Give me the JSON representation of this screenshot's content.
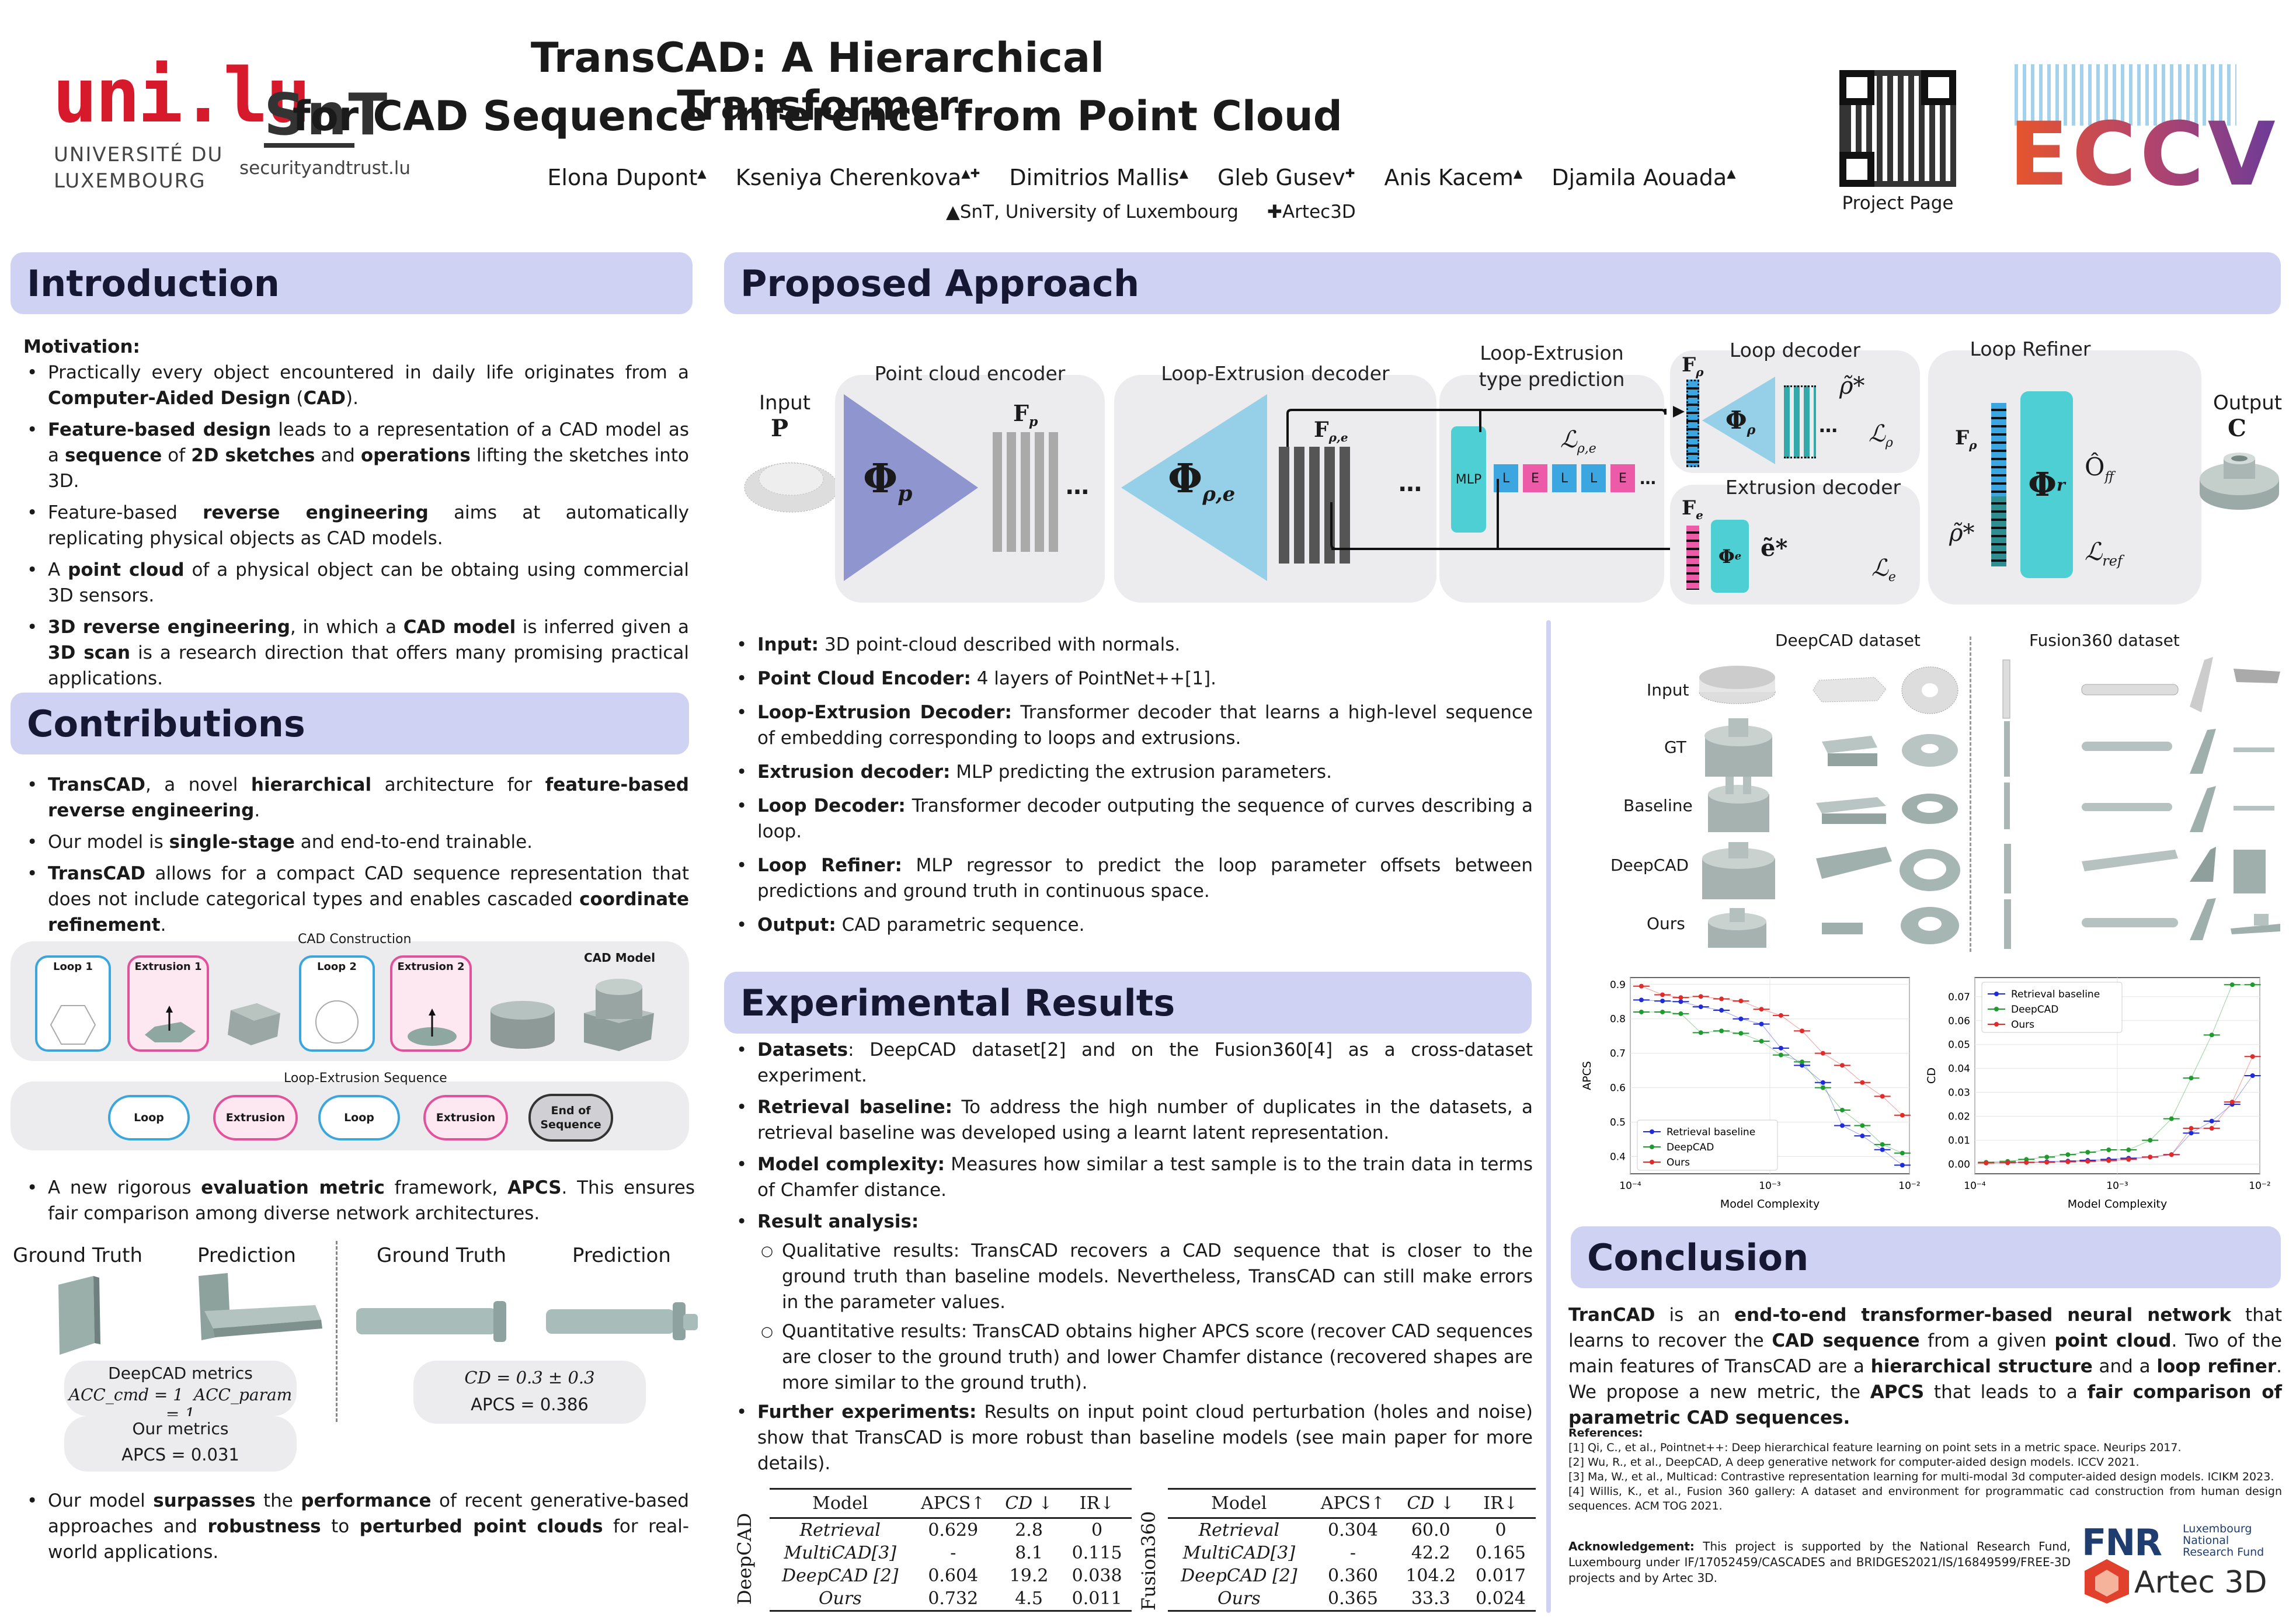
{
  "header": {
    "uni_logo": "uni.lu",
    "uni_text_line1": "UNIVERSITÉ DU",
    "uni_text_line2": "LUXEMBOURG",
    "snt_logo": "SnT",
    "snt_url": "securityandtrust.lu",
    "title_line1": "TransCAD: A Hierarchical Transformer",
    "title_line2": "for CAD Sequence Inference from Point Cloud",
    "authors": [
      "Elona Dupont",
      "Kseniya Cherenkova",
      "Dimitrios Mallis",
      "Gleb Gusev",
      "Anis Kacem",
      "Djamila Aouada"
    ],
    "author_marks": [
      "▲",
      "▲✚",
      "▲",
      "✚",
      "▲",
      "▲"
    ],
    "aff1": "▲SnT, University of Luxembourg",
    "aff2": "✚Artec3D",
    "qr_label": "Project Page",
    "eccv": "ECCV",
    "colors": {
      "accent": "#cfd2f2",
      "uni_red": "#d7192c",
      "eccv_grad_start": "#e8552a",
      "eccv_grad_end": "#6b3b9a"
    }
  },
  "intro": {
    "title": "Introduction",
    "motivation": "Motivation:",
    "items": [
      [
        "Practically every object encountered in daily life originates from a ",
        {
          "b": "Computer-Aided Design"
        },
        " (",
        {
          "b": "CAD"
        },
        ")."
      ],
      [
        {
          "b": "Feature-based design"
        },
        " leads to a representation of a CAD model as a ",
        {
          "b": "sequence"
        },
        " of ",
        {
          "b": "2D sketches"
        },
        " and ",
        {
          "b": "operations"
        },
        " lifting the sketches into 3D."
      ],
      [
        "Feature-based ",
        {
          "b": "reverse engineering"
        },
        " aims at automatically replicating physical objects as CAD models."
      ],
      [
        "A ",
        {
          "b": "point cloud"
        },
        " of a physical object can be obtaing using commercial 3D sensors."
      ],
      [
        {
          "b": "3D reverse engineering"
        },
        ", in which a ",
        {
          "b": "CAD model"
        },
        " is inferred given a ",
        {
          "b": "3D scan"
        },
        " is a research direction that offers many promising practical applications."
      ]
    ]
  },
  "contrib": {
    "title": "Contributions",
    "items": [
      [
        {
          "b": "TransCAD"
        },
        ", a novel ",
        {
          "b": "hierarchical"
        },
        " architecture for ",
        {
          "b": "feature-based reverse engineering"
        },
        "."
      ],
      [
        "Our model is ",
        {
          "b": "single-stage"
        },
        " and end-to-end trainable."
      ],
      [
        {
          "b": "TransCAD"
        },
        " allows for a compact CAD sequence representation that does not include categorical types and enables cascaded ",
        {
          "b": "coordinate refinement"
        },
        "."
      ]
    ],
    "cad_construction": "CAD Construction",
    "loop1": "Loop 1",
    "extrusion1": "Extrusion 1",
    "loop2": "Loop 2",
    "extrusion2": "Extrusion 2",
    "cad_model": "CAD Model",
    "les_title": "Loop-Extrusion Sequence",
    "les": [
      "Loop",
      "Extrusion",
      "Loop",
      "Extrusion",
      "End of Sequence"
    ],
    "metric_item": [
      " A new rigorous ",
      {
        "b": "evaluation metric"
      },
      " framework, ",
      {
        "b": "APCS"
      },
      ". This ensures fair comparison among diverse network architectures."
    ],
    "gt": "Ground Truth",
    "pred": "Prediction",
    "deepcad_metrics": "DeepCAD metrics",
    "acc_cmd": "ACC_cmd = 1",
    "acc_param": "ACC_param = 1",
    "our_metrics": "Our metrics",
    "apcs_left": "APCS = 0.031",
    "cd_right": "CD = 0.3 ± 0.3",
    "apcs_right": "APCS = 0.386",
    "final_item": [
      "Our model ",
      {
        "b": "surpasses"
      },
      " the ",
      {
        "b": "performance"
      },
      " of recent generative-based approaches and ",
      {
        "b": "robustness"
      },
      " to ",
      {
        "b": "perturbed point clouds"
      },
      " for real-world applications."
    ]
  },
  "approach": {
    "title": "Proposed Approach",
    "input": "Input",
    "P": "P",
    "pce": "Point cloud encoder",
    "phi_p": "Φ_p",
    "Fp": "F_p",
    "led": "Loop-Extrusion decoder",
    "phi_pe": "Φ_ρ,e",
    "Fpe": "F_ρ,e",
    "letp_line1": "Loop-Extrusion",
    "letp_line2": "type prediction",
    "mlp": "MLP",
    "tokens": [
      "L",
      "E",
      "L",
      "L",
      "E"
    ],
    "Lpe": "ℒ_ρ,e",
    "loopdec": "Loop decoder",
    "Frho": "F_ρ",
    "phi_rho": "Φ_ρ",
    "rho_star": "ρ̃*",
    "Lrho": "ℒ_ρ",
    "extdec": "Extrusion decoder",
    "Fe": "F_e",
    "phi_e": "Φ_e",
    "e_star": "ẽ*",
    "Le": "ℒ_e",
    "refiner": "Loop Refiner",
    "Frho2": "F_ρ",
    "phi_r": "Φ_r",
    "Off": "Ô_ff",
    "Lref": "ℒ_ref",
    "rho_star2": "ρ̃*",
    "output": "Output",
    "C": "C",
    "items": [
      [
        {
          "b": "Input:"
        },
        " 3D point-cloud described with normals."
      ],
      [
        {
          "b": "Point Cloud Encoder:"
        },
        " 4 layers of PointNet++[1]."
      ],
      [
        {
          "b": "Loop-Extrusion Decoder:"
        },
        " Transformer decoder that learns a high-level sequence of embedding corresponding to loops and extrusions."
      ],
      [
        {
          "b": "Extrusion decoder:"
        },
        " MLP predicting the extrusion parameters."
      ],
      [
        {
          "b": "Loop Decoder:"
        },
        " Transformer decoder outputing the sequence of curves describing a loop."
      ],
      [
        {
          "b": "Loop Refiner:"
        },
        " MLP regressor to predict the loop parameter offsets between predictions and ground truth in continuous space."
      ],
      [
        {
          "b": "Output:"
        },
        " CAD parametric sequence."
      ]
    ]
  },
  "qual": {
    "deepcad": "DeepCAD dataset",
    "fusion": "Fusion360 dataset",
    "rows": [
      "Input",
      "GT",
      "Baseline",
      "DeepCAD",
      "Ours"
    ]
  },
  "results": {
    "title": "Experimental Results",
    "items": [
      [
        {
          "b": "Datasets"
        },
        ": DeepCAD dataset[2] and on the Fusion360[4] as a cross-dataset experiment."
      ],
      [
        {
          "b": "Retrieval baseline:"
        },
        " To address the high number of duplicates in the datasets, a retrieval baseline was developed using a learnt latent representation."
      ],
      [
        {
          "b": "Model complexity:"
        },
        " Measures how similar a test sample is to the train data in terms of Chamfer distance."
      ]
    ],
    "analysis": "Result analysis:",
    "sub": [
      "Qualitative results: TransCAD recovers a CAD sequence that is closer to the ground truth than baseline models. Nevertheless, TransCAD can still make errors in the parameter values.",
      "Quantitative results: TransCAD obtains higher APCS score (recover CAD sequences are closer to the ground truth) and lower Chamfer distance (recovered shapes are more similar to the ground truth)."
    ],
    "further": [
      {
        "b": "Further experiments:"
      },
      " Results on input point cloud perturbation (holes and noise) show that TransCAD is more robust than baseline models (see main paper for more details)."
    ],
    "table_headers": [
      "Model",
      "APCS↑",
      "CD ↓",
      "IR↓"
    ],
    "table_deepcad": {
      "side": "DeepCAD",
      "rows": [
        [
          "Retrieval",
          "0.629",
          "2.8",
          "0"
        ],
        [
          "MultiCAD[3]",
          "-",
          "8.1",
          "0.115"
        ],
        [
          "DeepCAD [2]",
          "0.604",
          "19.2",
          "0.038"
        ],
        [
          "Ours",
          "0.732",
          "4.5",
          "0.011"
        ]
      ]
    },
    "table_fusion": {
      "side": "Fusion360",
      "rows": [
        [
          "Retrieval",
          "0.304",
          "60.0",
          "0"
        ],
        [
          "MultiCAD[3]",
          "-",
          "42.2",
          "0.165"
        ],
        [
          "DeepCAD [2]",
          "0.360",
          "104.2",
          "0.017"
        ],
        [
          "Ours",
          "0.365",
          "33.3",
          "0.024"
        ]
      ]
    }
  },
  "chart_data": [
    {
      "type": "line",
      "xlabel": "Model Complexity",
      "ylabel": "APCS",
      "xscale": "log",
      "xlim": [
        0.0001,
        0.01
      ],
      "ylim": [
        0.35,
        0.92
      ],
      "xticks": [
        "10⁻⁴",
        "10⁻³",
        "10⁻²"
      ],
      "yticks": [
        "0.4",
        "0.5",
        "0.6",
        "0.7",
        "0.8",
        "0.9"
      ],
      "legend": "bottom-left",
      "grid": true,
      "x": [
        0.00012,
        0.00017,
        0.00023,
        0.00032,
        0.00045,
        0.00062,
        0.00087,
        0.0012,
        0.0017,
        0.0024,
        0.0033,
        0.0046,
        0.0064,
        0.0089
      ],
      "series": [
        {
          "name": "Retrieval baseline",
          "color": "#1f2bd9",
          "values": [
            0.855,
            0.852,
            0.85,
            0.835,
            0.825,
            0.8,
            0.785,
            0.715,
            0.665,
            0.615,
            0.49,
            0.46,
            0.42,
            0.375
          ]
        },
        {
          "name": "DeepCAD",
          "color": "#1e9a2e",
          "values": [
            0.82,
            0.82,
            0.815,
            0.76,
            0.765,
            0.758,
            0.735,
            0.695,
            0.675,
            0.6,
            0.535,
            0.49,
            0.435,
            0.41
          ]
        },
        {
          "name": "Ours",
          "color": "#e02b2b",
          "values": [
            0.895,
            0.87,
            0.862,
            0.865,
            0.858,
            0.852,
            0.828,
            0.81,
            0.765,
            0.7,
            0.665,
            0.615,
            0.575,
            0.52
          ]
        }
      ]
    },
    {
      "type": "line",
      "xlabel": "Model Complexity",
      "ylabel": "CD",
      "xscale": "log",
      "xlim": [
        0.0001,
        0.01
      ],
      "ylim": [
        -0.004,
        0.078
      ],
      "xticks": [
        "10⁻⁴",
        "10⁻³",
        "10⁻²"
      ],
      "yticks": [
        "0.00",
        "0.01",
        "0.02",
        "0.03",
        "0.04",
        "0.05",
        "0.06",
        "0.07"
      ],
      "legend": "top-left",
      "grid": true,
      "x": [
        0.00012,
        0.00017,
        0.00023,
        0.00032,
        0.00045,
        0.00062,
        0.00087,
        0.0012,
        0.0017,
        0.0024,
        0.0033,
        0.0046,
        0.0064,
        0.0089
      ],
      "series": [
        {
          "name": "Retrieval baseline",
          "color": "#1f2bd9",
          "values": [
            0.0005,
            0.0006,
            0.0008,
            0.001,
            0.0013,
            0.0016,
            0.002,
            0.0025,
            0.003,
            0.004,
            0.013,
            0.018,
            0.025,
            0.037
          ]
        },
        {
          "name": "DeepCAD",
          "color": "#1e9a2e",
          "values": [
            0.0008,
            0.0012,
            0.002,
            0.003,
            0.004,
            0.005,
            0.006,
            0.006,
            0.01,
            0.019,
            0.036,
            0.054,
            0.075,
            0.075
          ]
        },
        {
          "name": "Ours",
          "color": "#e02b2b",
          "values": [
            0.0005,
            0.0006,
            0.0007,
            0.0008,
            0.001,
            0.0012,
            0.0015,
            0.002,
            0.003,
            0.004,
            0.015,
            0.015,
            0.026,
            0.045
          ]
        }
      ]
    }
  ],
  "conclusion": {
    "title": "Conclusion",
    "text": [
      {
        "b": "TranCAD"
      },
      " is an ",
      {
        "b": "end-to-end transformer-based neural network"
      },
      " that learns to recover the ",
      {
        "b": "CAD sequence"
      },
      " from a given ",
      {
        "b": "point cloud"
      },
      ". Two of the main features of TransCAD are a ",
      {
        "b": "hierarchical structure"
      },
      " and a ",
      {
        "b": "loop refiner"
      },
      ". We propose a new metric, the ",
      {
        "b": "APCS"
      },
      " that leads to a ",
      {
        "b": "fair comparison of parametric CAD sequences."
      }
    ],
    "refs_title": "References:",
    "refs": [
      "[1] Qi, C., et al., Pointnet++: Deep hierarchical feature learning on point sets in a metric space. Neurips 2017.",
      "[2] Wu, R., et al., DeepCAD, A deep generative network for computer-aided design models. ICCV 2021.",
      "[3] Ma, W., et al., Multicad: Contrastive representation learning for multi-modal 3d computer-aided design models. ICIKM 2023.",
      "[4] Willis, K., et al., Fusion 360 gallery: A dataset and environment for programmatic cad construction from human design sequences. ACM TOG 2021."
    ],
    "ack_title": "Acknowledgement:",
    "ack": " This project is supported by the National Research Fund, Luxembourg under IF/17052459/CASCADES and BRIDGES2021/IS/16849599/FREE-3D projects and by Artec 3D.",
    "fnr_line1": "Luxembourg",
    "fnr_line2": "National",
    "fnr_line3": "Research Fund",
    "fnr_logo": "FNR",
    "artec": "Artec 3D"
  }
}
